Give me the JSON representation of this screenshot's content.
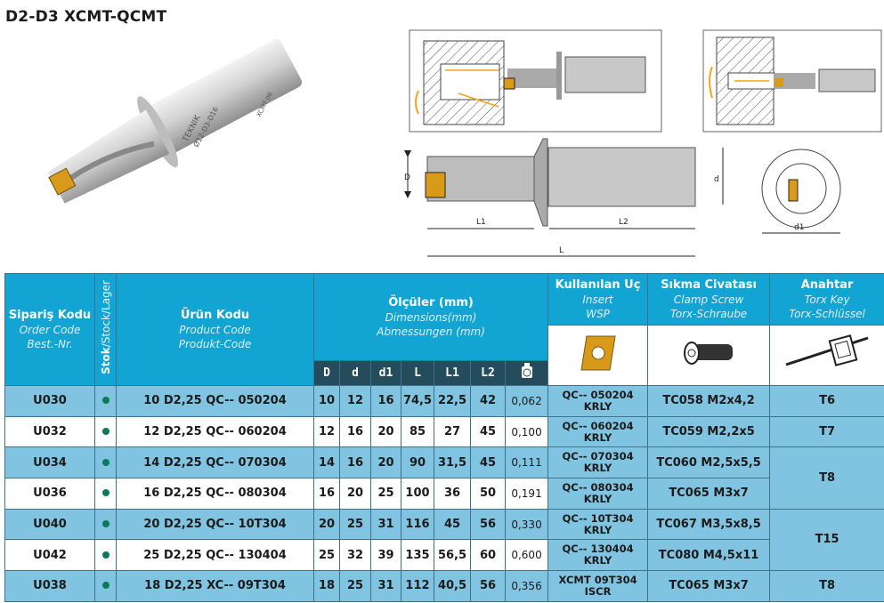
{
  "title": "D2-D3 XCMT-QCMT",
  "product_image": {
    "engraving": "TEKNIK",
    "engraving2": "Ø12-D3-D16",
    "engraving3": "XCMT 06"
  },
  "diagram": {
    "labels": {
      "D": "D",
      "d": "d",
      "d1": "d1",
      "L": "L",
      "L1": "L1",
      "L2": "L2"
    }
  },
  "colors": {
    "header": "#12a5d3",
    "subheader": "#244c5c",
    "row_blue": "#80c4e1",
    "row_white": "#ffffff",
    "stock_dot": "#0b7a5c",
    "insert": "#d99a1a"
  },
  "table": {
    "headers": {
      "order": {
        "main": "Sipariş Kodu",
        "en": "Order Code",
        "de": "Best.-Nr."
      },
      "stock": {
        "main": "Stok",
        "rest": "/Stock/Lager"
      },
      "product": {
        "main": "Ürün Kodu",
        "en": "Product Code",
        "de": "Produkt-Code"
      },
      "dims": {
        "main": "Ölçüler (mm)",
        "en": "Dimensions(mm)",
        "de": "Abmessungen (mm)"
      },
      "insert": {
        "main": "Kullanılan Uç",
        "en": "Insert",
        "de": "WSP"
      },
      "screw": {
        "main": "Sıkma Civatası",
        "en": "Clamp Screw",
        "de": "Torx-Schraube"
      },
      "key": {
        "main": "Anahtar",
        "en": "Torx Key",
        "de": "Torx-Schlüssel"
      },
      "dim_cols": [
        "D",
        "d",
        "d1",
        "L",
        "L1",
        "L2"
      ],
      "weight_icon": "kg-weight-icon"
    },
    "rows": [
      {
        "order": "U030",
        "stock": true,
        "product": "10 D2,25 QC-- 050204",
        "D": "10",
        "d": "12",
        "d1": "16",
        "L": "74,5",
        "L1": "22,5",
        "L2": "42",
        "kg": "0,062",
        "insert1": "QC-- 050204",
        "insert2": "KRLY",
        "screw": "TC058 M2x4,2"
      },
      {
        "order": "U032",
        "stock": true,
        "product": "12 D2,25 QC-- 060204",
        "D": "12",
        "d": "16",
        "d1": "20",
        "L": "85",
        "L1": "27",
        "L2": "45",
        "kg": "0,100",
        "insert1": "QC-- 060204",
        "insert2": "KRLY",
        "screw": "TC059 M2,2x5"
      },
      {
        "order": "U034",
        "stock": true,
        "product": "14 D2,25 QC-- 070304",
        "D": "14",
        "d": "16",
        "d1": "20",
        "L": "90",
        "L1": "31,5",
        "L2": "45",
        "kg": "0,111",
        "insert1": "QC-- 070304",
        "insert2": "KRLY",
        "screw": "TC060 M2,5x5,5"
      },
      {
        "order": "U036",
        "stock": true,
        "product": "16 D2,25 QC-- 080304",
        "D": "16",
        "d": "20",
        "d1": "25",
        "L": "100",
        "L1": "36",
        "L2": "50",
        "kg": "0,191",
        "insert1": "QC-- 080304",
        "insert2": "KRLY",
        "screw": "TC065 M3x7"
      },
      {
        "order": "U040",
        "stock": true,
        "product": "20 D2,25 QC-- 10T304",
        "D": "20",
        "d": "25",
        "d1": "31",
        "L": "116",
        "L1": "45",
        "L2": "56",
        "kg": "0,330",
        "insert1": "QC-- 10T304",
        "insert2": "KRLY",
        "screw": "TC067 M3,5x8,5"
      },
      {
        "order": "U042",
        "stock": true,
        "product": "25 D2,25 QC-- 130404",
        "D": "25",
        "d": "32",
        "d1": "39",
        "L": "135",
        "L1": "56,5",
        "L2": "60",
        "kg": "0,600",
        "insert1": "QC-- 130404",
        "insert2": "KRLY",
        "screw": "TC080 M4,5x11"
      },
      {
        "order": "U038",
        "stock": true,
        "product": "18 D2,25 XC-- 09T304",
        "D": "18",
        "d": "25",
        "d1": "31",
        "L": "112",
        "L1": "40,5",
        "L2": "56",
        "kg": "0,356",
        "insert1": "XCMT 09T304",
        "insert2": "ISCR",
        "screw": "TC065 M3x7"
      }
    ],
    "keys": [
      {
        "label": "T6",
        "rows": 1
      },
      {
        "label": "T7",
        "rows": 1
      },
      {
        "label": "T8",
        "rows": 2
      },
      {
        "label": "T15",
        "rows": 2
      },
      {
        "label": "T8",
        "rows": 1
      }
    ]
  }
}
